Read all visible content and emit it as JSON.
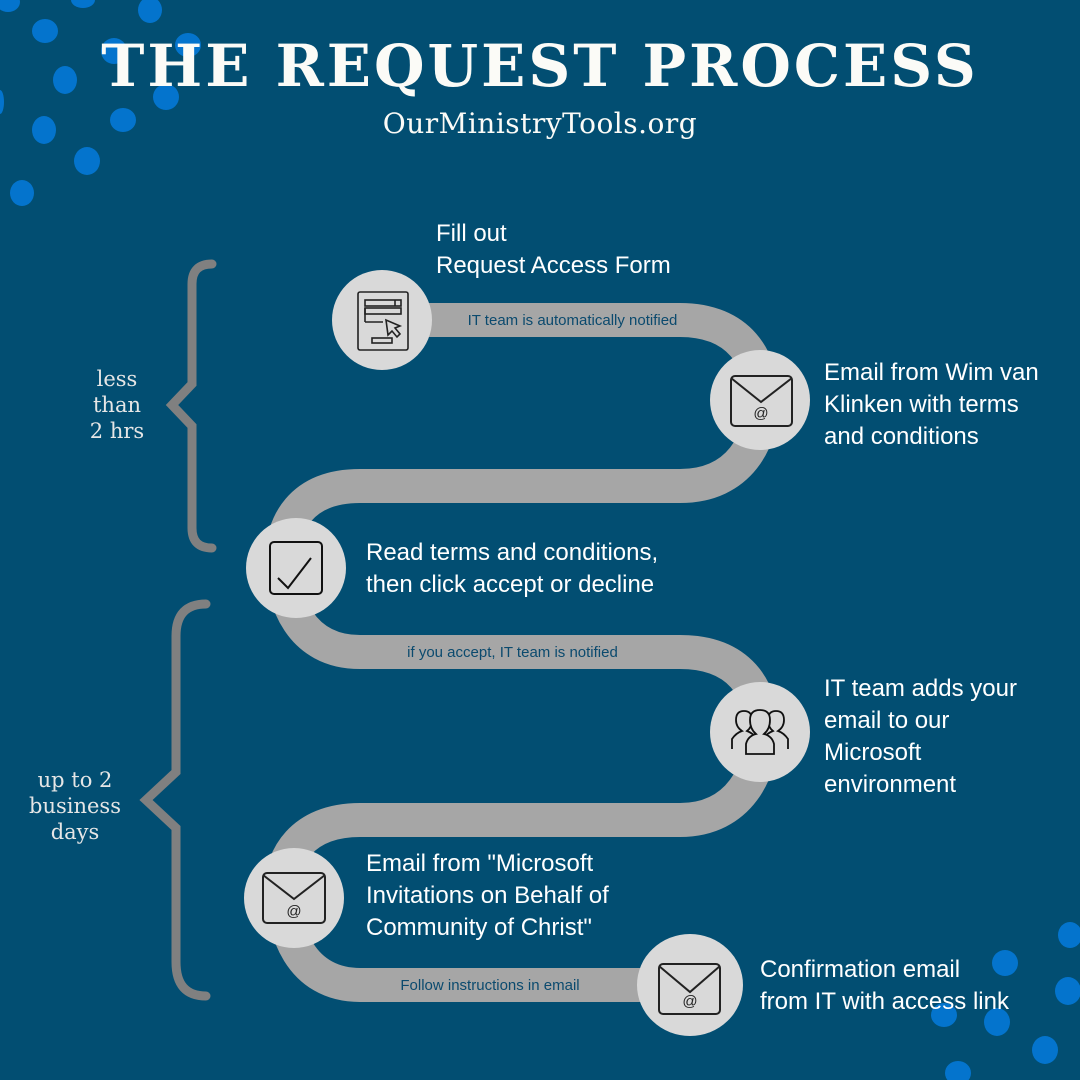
{
  "header": {
    "title": "THE REQUEST PROCESS",
    "subtitle": "OurMinistryTools.org"
  },
  "colors": {
    "background": "#024e72",
    "dots": "#0474cd",
    "path": "#a6a6a6",
    "circle": "#d9d9d9",
    "bracket": "#808080",
    "text": "#ffffff",
    "path_label": "#0b4a6e"
  },
  "durations": [
    {
      "label": "less\nthan\n2 hrs",
      "covers_steps": [
        1,
        2,
        3
      ]
    },
    {
      "label": "up to 2\nbusiness\ndays",
      "covers_steps": [
        3,
        4,
        5,
        6
      ]
    }
  ],
  "steps": [
    {
      "number": 1,
      "icon": "form-icon",
      "text": "Fill out\nRequest Access Form"
    },
    {
      "number": 2,
      "icon": "email-icon",
      "text": "Email from Wim van\nKlinken with terms\nand conditions"
    },
    {
      "number": 3,
      "icon": "checkbox-icon",
      "text": "Read terms and conditions,\nthen click accept or decline"
    },
    {
      "number": 4,
      "icon": "people-icon",
      "text": "IT team adds your\nemail to our\nMicrosoft\nenvironment"
    },
    {
      "number": 5,
      "icon": "email-icon",
      "text": "Email from \"Microsoft\nInvitations on Behalf of\nCommunity of Christ\""
    },
    {
      "number": 6,
      "icon": "email-icon",
      "text": "Confirmation email\nfrom IT with access link"
    }
  ],
  "path_labels": [
    {
      "between": [
        1,
        2
      ],
      "text": "IT team is automatically notified"
    },
    {
      "between": [
        3,
        4
      ],
      "text": "if you accept, IT team is notified"
    },
    {
      "between": [
        5,
        6
      ],
      "text": "Follow instructions in email"
    }
  ]
}
